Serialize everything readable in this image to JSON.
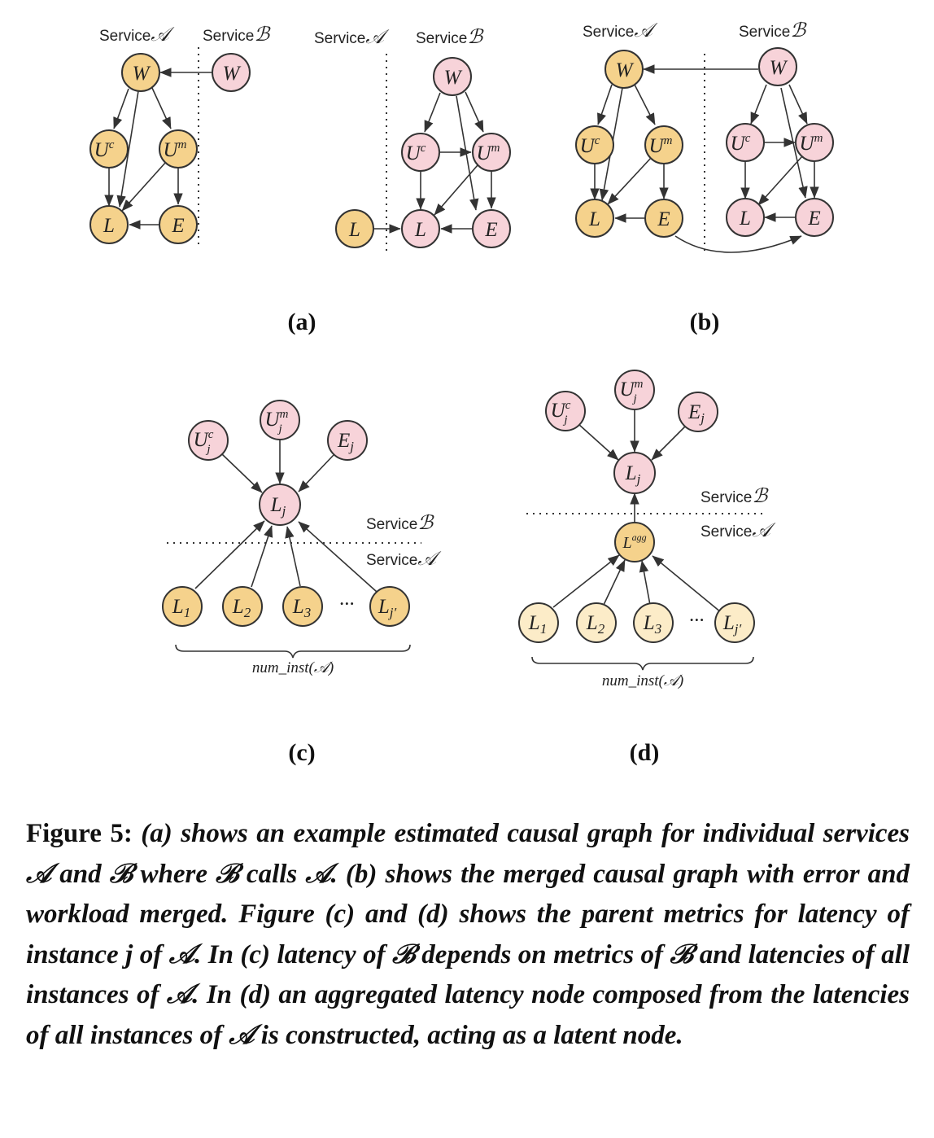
{
  "labels": {
    "service_word": "Service",
    "service_a_sym": "𝒜",
    "service_b_sym": "ℬ",
    "ellipsis": "···",
    "brace": "num_inst(𝒜)"
  },
  "nodes": {
    "W": "W",
    "U": "U",
    "c": "c",
    "m": "m",
    "L": "L",
    "E": "E",
    "j": "j",
    "agg": "agg",
    "one": "1",
    "two": "2",
    "three": "3",
    "jprime": "j′"
  },
  "panels": {
    "a": "(a)",
    "b": "(b)",
    "c": "(c)",
    "d": "(d)"
  },
  "colors": {
    "service_a_node": "#f5d28c",
    "service_b_node": "#f7d3d9",
    "instance_node": "#fcecc8",
    "node_stroke": "#333333"
  },
  "caption": {
    "figure_label": "Figure 5:",
    "text": "(a) shows an example estimated causal graph for individual services 𝒜 and ℬ where ℬ calls 𝒜. (b) shows the merged causal graph with error and workload merged. Figure (c) and (d) shows the parent metrics for latency of instance j of 𝒜. In (c) latency of ℬ depends on metrics of ℬ and latencies of all instances of 𝒜. In (d) an aggregated latency node composed from the latencies of all instances of 𝒜 is constructed, acting as a latent node."
  }
}
